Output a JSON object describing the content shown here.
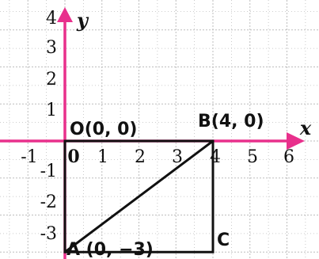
{
  "diagram": {
    "grid": {
      "x_min": -1.5,
      "x_max": 6.6,
      "y_min": -3.6,
      "y_max": 4.0,
      "step": 0.5
    },
    "axes": {
      "x_label": "x",
      "y_label": "y",
      "x_ticks": [
        "-1",
        "0",
        "1",
        "2",
        "3",
        "4",
        "5",
        "6"
      ],
      "y_ticks": [
        "4",
        "3",
        "2",
        "1",
        "-1",
        "-2",
        "-3"
      ]
    },
    "points": {
      "O": {
        "x": 0,
        "y": 0,
        "label": "O(0, 0)"
      },
      "B": {
        "x": 4,
        "y": 0,
        "label": "B(4, 0)"
      },
      "C": {
        "x": 4,
        "y": -3,
        "label": "C"
      },
      "A": {
        "x": 0,
        "y": -3,
        "label": "A (0, −3)"
      }
    },
    "colors": {
      "axis": "#e8308c",
      "shape": "#111111",
      "grid": "#bdbdbd",
      "background": "#ffffff"
    }
  }
}
